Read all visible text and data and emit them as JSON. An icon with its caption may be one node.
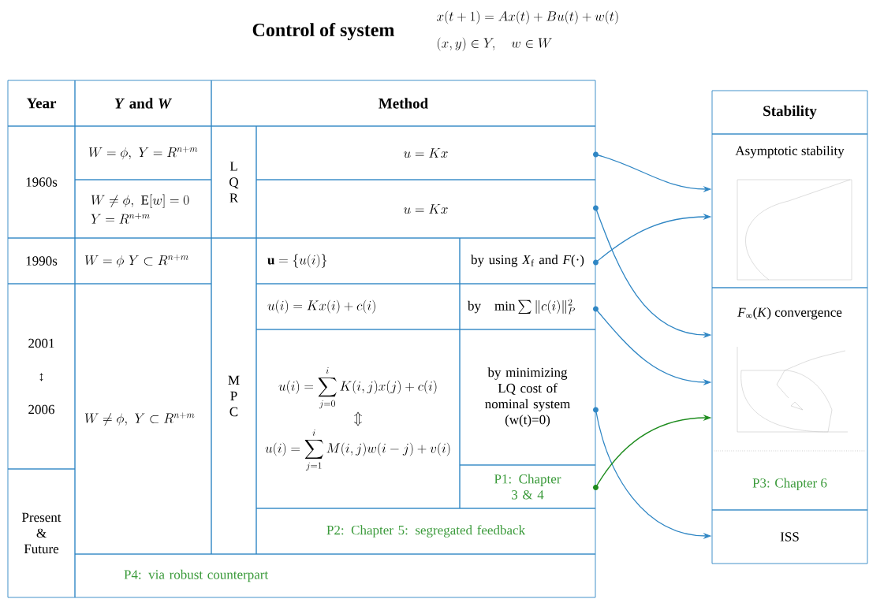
{
  "diagram": {
    "title": "Control of system",
    "nodes": [
      {
        "text": [
          "Year"
        ]
      },
      {
        "text": [
          "*Y* and *W*"
        ]
      },
      {
        "text": [
          "Method"
        ]
      },
      {
        "text": [
          "Stability"
        ]
      },
      {
        "text": [
          "1960s"
        ]
      },
      {
        "text": [
          "W=\\phi,\\ Y=R^{n+m}"
        ]
      },
      {
        "text": [
          "L Q R"
        ]
      },
      {
        "text": [
          "u=Kx"
        ]
      },
      {
        "text": [
          "Asymptotic stability"
        ]
      },
      {
        "text": [
          "W\\neq\\phi,\\ \\mathrm{E}[w]=0",
          "Y=R^{n+m}"
        ]
      },
      {
        "text": [
          "u=Kx"
        ]
      },
      {
        "text": [
          "1990s"
        ]
      },
      {
        "text": [
          "W=\\phi\\ Y\\subset R^{n+m}"
        ]
      },
      {
        "text": [
          "M P C"
        ]
      },
      {
        "text": [
          "\\mathbf{u}=\\{u(i)\\}"
        ]
      },
      {
        "text": [
          "by using *X*$_{f}$ and *F*(·)"
        ]
      },
      {
        "text": [
          "2001",
          "↕",
          "2006"
        ]
      },
      {
        "text": [
          "W\\neq\\phi,\\ Y\\subset R^{n+m}"
        ]
      },
      {
        "text": [
          "u(i)=Kx(i)+c(i)"
        ]
      },
      {
        "text": [
          "by",
          "\\min\\sum\\|c(i)\\|_P^2"
        ]
      },
      {
        "text": [
          "*F*$_{∞}$(*K*) convergence",
          "P3: Chapter 6"
        ]
      },
      {
        "text": [
          "u(i)=\\sum_{j=0}^{i}K(i,j)x(j)+c(i)",
          "\\Updownarrow",
          "u(i)=\\sum_{j=1}^{i}M(i,j)w(i-j)+v(i)"
        ]
      },
      {
        "text": [
          "by minimizing LQ cost of nominal system (w(t)=0)"
        ]
      },
      {
        "text": [
          "P1: Chapter 3 & 4"
        ]
      },
      {
        "text": [
          "Present & Future"
        ]
      },
      {
        "text": [
          "P2: Chapter 5: segregated feedback"
        ]
      },
      {
        "text": [
          "ISS"
        ]
      },
      {
        "text": [
          "P4: via robust counterpart"
        ]
      }
    ],
    "edges": [
      {
        "from": 7,
        "to": 8,
        "arrow": "to"
      },
      {
        "from": 10,
        "to": 20,
        "arrow": "to"
      },
      {
        "from": 15,
        "to": 8,
        "arrow": "to"
      },
      {
        "from": 19,
        "to": 20,
        "arrow": "to"
      },
      {
        "from": 22,
        "to": 26,
        "arrow": "to"
      },
      {
        "from": 23,
        "to": 20,
        "arrow": "to",
        "color": "#1e8c1e"
      }
    ],
    "labels": [
      "x(t+1)=Ax(t)+Bu(t)+w(t)",
      "(x,y)\\in Y,\\quad w\\in W"
    ]
  }
}
